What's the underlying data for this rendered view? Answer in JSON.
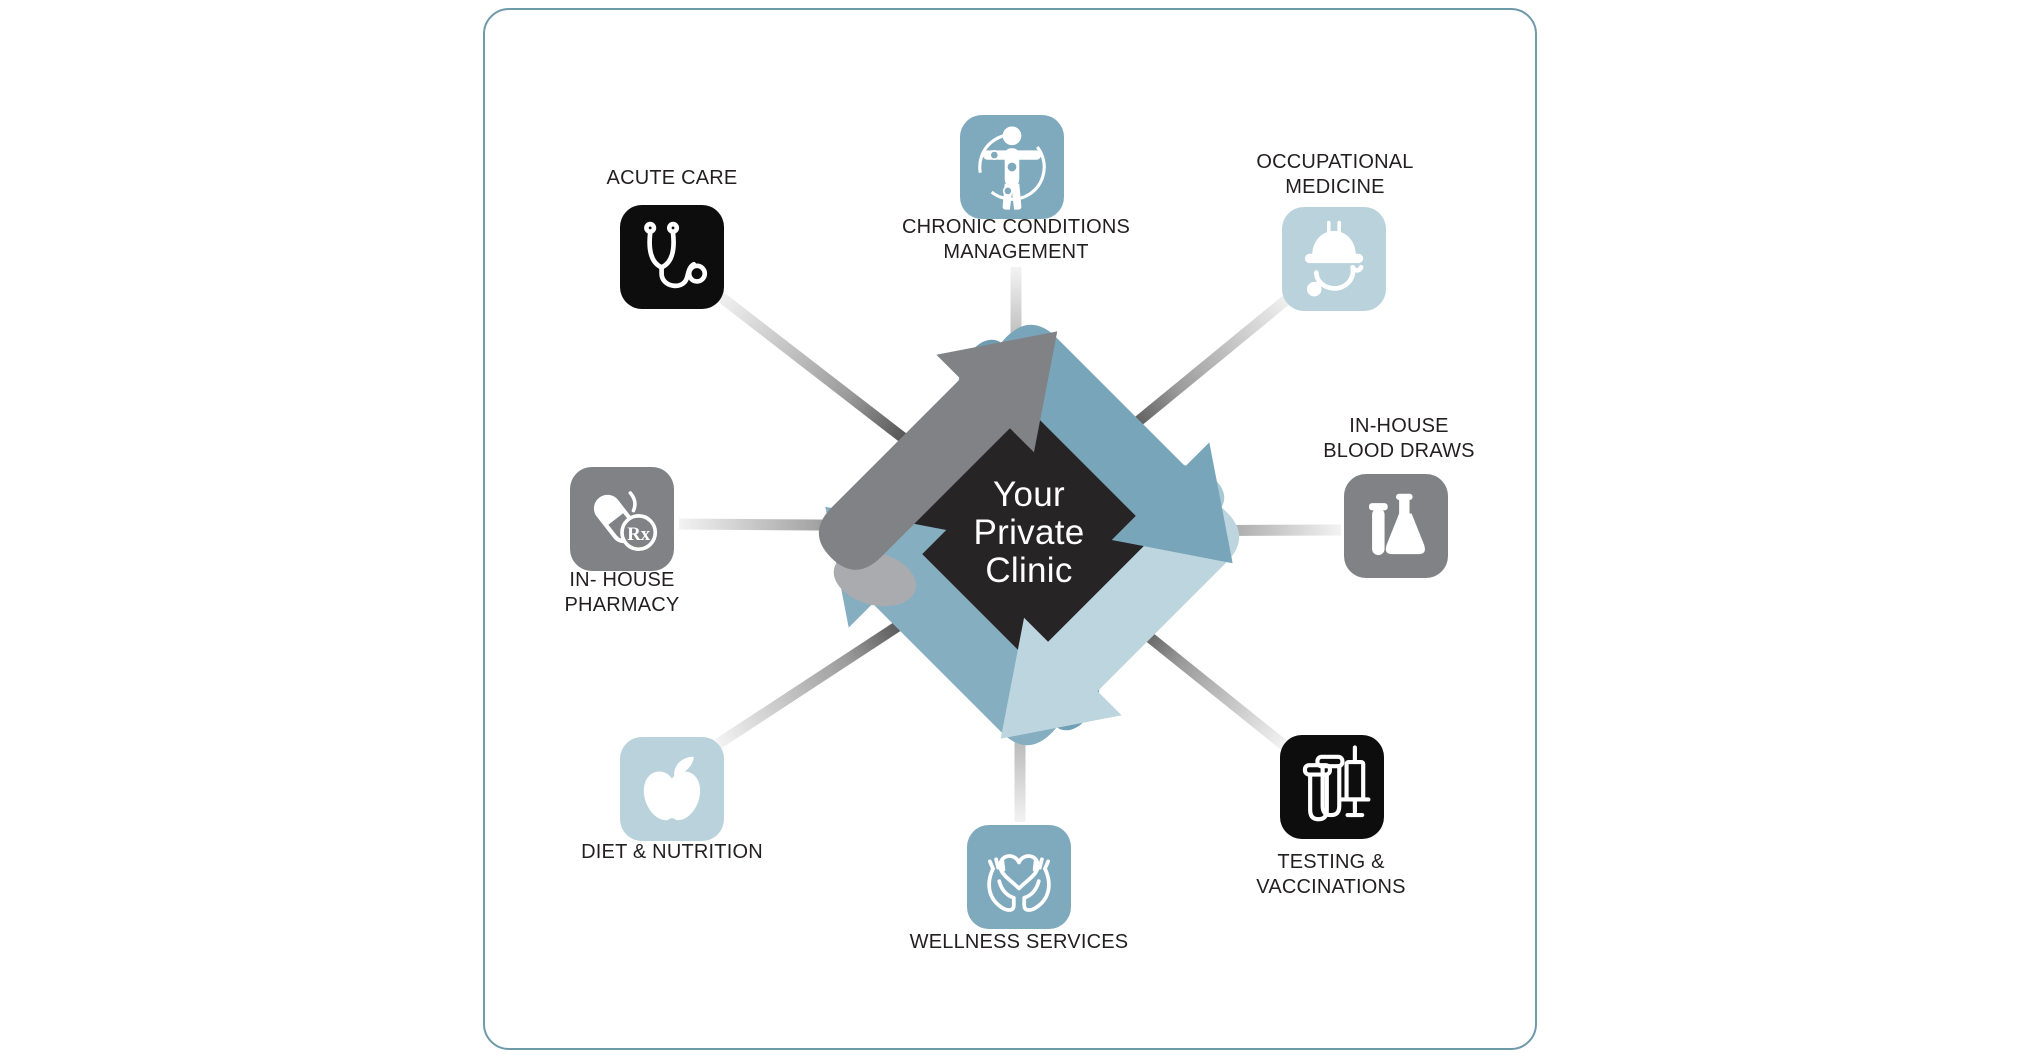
{
  "canvas": {
    "background": "#ffffff",
    "border_color": "#6F9AA9"
  },
  "hub": {
    "title_lines": [
      "Your",
      "Private",
      "Clinic"
    ],
    "diamond_color": "#272425",
    "text_color": "#ffffff",
    "arrows": [
      {
        "position": "top-left",
        "color": "#808285",
        "fold_color": "#A9ABAE"
      },
      {
        "position": "top-right",
        "color": "#79A5BA",
        "fold_color": "#6F9CB1"
      },
      {
        "position": "bottom-right",
        "color": "#BDD5DF",
        "fold_color": "#A8C8D4"
      },
      {
        "position": "bottom-left",
        "color": "#85AEC1",
        "fold_color": "#6FA0B5"
      }
    ]
  },
  "services": [
    {
      "id": "acute-care",
      "label_lines": [
        "ACUTE CARE"
      ],
      "icon": "stethoscope-icon",
      "tile_color": "#0D0D0D",
      "label_position": "above"
    },
    {
      "id": "chronic-conditions-management",
      "label_lines": [
        "CHRONIC CONDITIONS",
        "MANAGEMENT"
      ],
      "icon": "patient-joints-icon",
      "tile_color": "#7FA9BD",
      "label_position": "below"
    },
    {
      "id": "occupational-medicine",
      "label_lines": [
        "OCCUPATIONAL",
        "MEDICINE"
      ],
      "icon": "hard-hat-stethoscope-icon",
      "tile_color": "#B9D2DC",
      "label_position": "above"
    },
    {
      "id": "in-house-blood-draws",
      "label_lines": [
        "IN-HOUSE",
        "BLOOD DRAWS"
      ],
      "icon": "flask-test-tube-icon",
      "tile_color": "#808285",
      "label_position": "above"
    },
    {
      "id": "testing-vaccinations",
      "label_lines": [
        "TESTING &",
        "VACCINATIONS"
      ],
      "icon": "test-tubes-syringe-icon",
      "tile_color": "#0D0D0D",
      "label_position": "below"
    },
    {
      "id": "wellness-services",
      "label_lines": [
        "WELLNESS SERVICES"
      ],
      "icon": "hands-heart-icon",
      "tile_color": "#7FA9BD",
      "label_position": "below"
    },
    {
      "id": "diet-nutrition",
      "label_lines": [
        "DIET & NUTRITION"
      ],
      "icon": "apple-icon",
      "tile_color": "#B9D2DC",
      "label_position": "below"
    },
    {
      "id": "in-house-pharmacy",
      "label_lines": [
        "IN- HOUSE",
        "PHARMACY"
      ],
      "icon": "pill-rx-icon",
      "tile_color": "#808285",
      "label_position": "below"
    }
  ],
  "icons": {
    "pharmacy_rx": "Rx"
  },
  "spokes": {
    "count": 8,
    "light_color": "#F3F3F3",
    "dark_color": "#161616"
  }
}
